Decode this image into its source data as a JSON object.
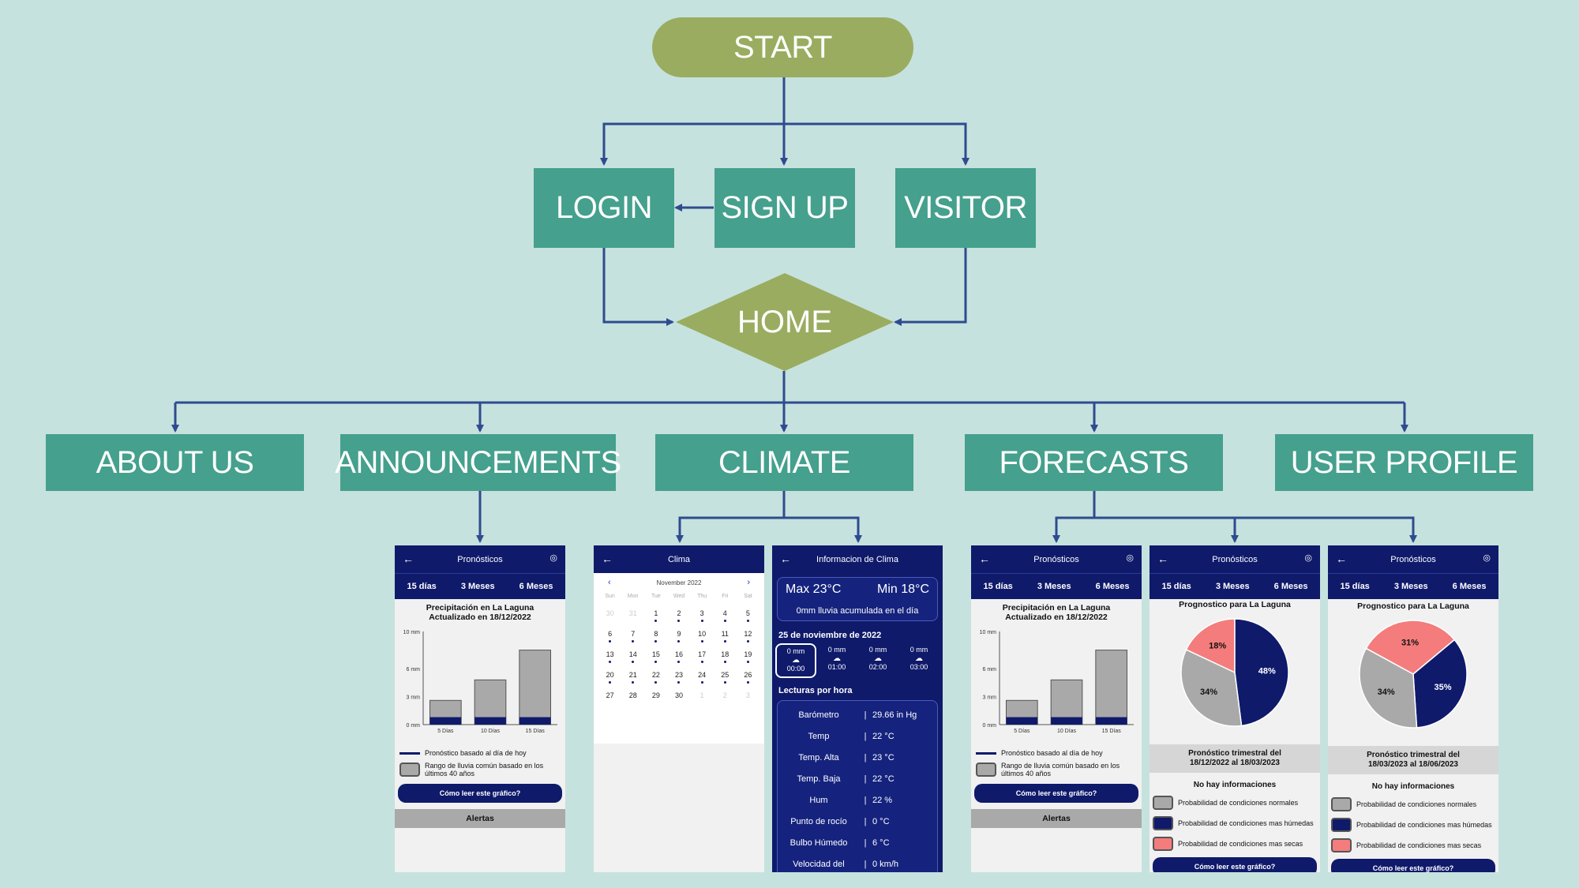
{
  "flow": {
    "start": "START",
    "login": "LOGIN",
    "signup": "SIGN UP",
    "visitor": "VISITOR",
    "home": "HOME",
    "sections": [
      "ABOUT US",
      "ANNOUNCEMENTS",
      "CLIMATE",
      "FORECASTS",
      "USER PROFILE"
    ]
  },
  "colors": {
    "background": "#c6e2de",
    "teal_node": "#45a08d",
    "olive_node": "#9aac60",
    "connector": "#2f4b8f",
    "app_navy": "#0f1a6b",
    "dry_red": "#f47c7c",
    "normal_gray": "#a9a9a9"
  },
  "screens": {
    "precip": {
      "header": "Pronósticos",
      "tabs": [
        "15 días",
        "3 Meses",
        "6 Meses"
      ],
      "title": "Precipitación en La Laguna",
      "subtitle": "Actualizado en 18/12/2022",
      "legend_line": "Pronóstico basado al día de hoy",
      "legend_box": "Rango de lluvia común basado en los últimos 40 años",
      "button": "Cómo leer este gráfico?",
      "alert": "Alertas"
    },
    "precip_chart": {
      "type": "bar",
      "categories": [
        "5 Días",
        "10 Días",
        "15 Días"
      ],
      "yticks": [
        "10 mm",
        "6 mm",
        "3 mm",
        "0 mm"
      ],
      "ylim": [
        0,
        10
      ],
      "series": [
        {
          "values": [
            2.6,
            4.8,
            8.0
          ]
        },
        {
          "values": [
            0.8,
            0.8,
            0.8
          ]
        }
      ]
    },
    "calendar": {
      "header": "Clima",
      "month": "November 2022",
      "weekdays": [
        "Sun",
        "Mon",
        "Tue",
        "Wed",
        "Thu",
        "Fri",
        "Sat"
      ],
      "days": [
        "30",
        "31",
        "1",
        "2",
        "3",
        "4",
        "5",
        "6",
        "7",
        "8",
        "9",
        "10",
        "11",
        "12",
        "13",
        "14",
        "15",
        "16",
        "17",
        "18",
        "19",
        "20",
        "21",
        "22",
        "23",
        "24",
        "25",
        "26",
        "27",
        "28",
        "29",
        "30",
        "1",
        "2",
        "3"
      ],
      "muted_indices": [
        0,
        1,
        32,
        33,
        34
      ],
      "dot_indices": [
        2,
        3,
        4,
        5,
        6,
        7,
        8,
        9,
        10,
        11,
        12,
        13,
        14,
        15,
        16,
        17,
        18,
        19,
        20,
        21,
        22,
        23,
        24,
        25,
        26,
        27
      ]
    },
    "climate_info": {
      "header": "Informacion de Clima",
      "max": "Max 23°C",
      "min": "Min 18°C",
      "rain": "0mm lluvia acumulada en el día",
      "date": "25 de noviembre de 2022",
      "hours": [
        {
          "mm": "0 mm",
          "time": "00:00"
        },
        {
          "mm": "0 mm",
          "time": "01:00"
        },
        {
          "mm": "0 mm",
          "time": "02:00"
        },
        {
          "mm": "0 mm",
          "time": "03:00"
        }
      ],
      "readings_title": "Lecturas por hora",
      "readings": [
        {
          "k": "Barómetro",
          "v": "29.66 in Hg"
        },
        {
          "k": "Temp",
          "v": "22 °C"
        },
        {
          "k": "Temp. Alta",
          "v": "23 °C"
        },
        {
          "k": "Temp. Baja",
          "v": "22 °C"
        },
        {
          "k": "Hum",
          "v": "22 %"
        },
        {
          "k": "Punto de rocío",
          "v": "0 °C"
        },
        {
          "k": "Bulbo Húmedo",
          "v": "6 °C"
        },
        {
          "k": "Velocidad del",
          "v": "0 km/h"
        }
      ]
    },
    "prognosis1": {
      "header": "Pronósticos",
      "tabs": [
        "15 días",
        "3 Meses",
        "6 Meses"
      ],
      "title": "Prognostico para La Laguna",
      "period_line1": "Pronóstico trimestral del",
      "period_line2": "18/12/2022 al 18/03/2023",
      "no_data": "No hay informaciones",
      "legend": [
        "Probabilidad de condiciones normales",
        "Probabilidad de condiciones mas húmedas",
        "Probabilidad de condiciones mas secas"
      ],
      "button": "Cómo leer este gráfico?"
    },
    "prognosis2": {
      "header": "Pronósticos",
      "tabs": [
        "15 días",
        "3 Meses",
        "6 Meses"
      ],
      "title": "Prognostico para La Laguna",
      "period_line1": "Pronóstico trimestral del",
      "period_line2": "18/03/2023 al 18/06/2023",
      "no_data": "No hay informaciones",
      "legend": [
        "Probabilidad de condiciones normales",
        "Probabilidad de condiciones mas húmedas",
        "Probabilidad de condiciones mas secas"
      ],
      "button": "Cómo leer este gráfico?"
    }
  },
  "chart_data": [
    {
      "type": "pie",
      "categories": [
        "Probabilidad de condiciones mas secas",
        "Probabilidad de condiciones mas húmedas",
        "Probabilidad de condiciones normales"
      ],
      "values": [
        18,
        48,
        34
      ],
      "labels": [
        "18%",
        "48%",
        "34%"
      ]
    },
    {
      "type": "pie",
      "categories": [
        "Probabilidad de condiciones mas secas",
        "Probabilidad de condiciones mas húmedas",
        "Probabilidad de condiciones normales"
      ],
      "values": [
        31,
        35,
        34
      ],
      "labels": [
        "31%",
        "35%",
        "34%"
      ]
    }
  ]
}
